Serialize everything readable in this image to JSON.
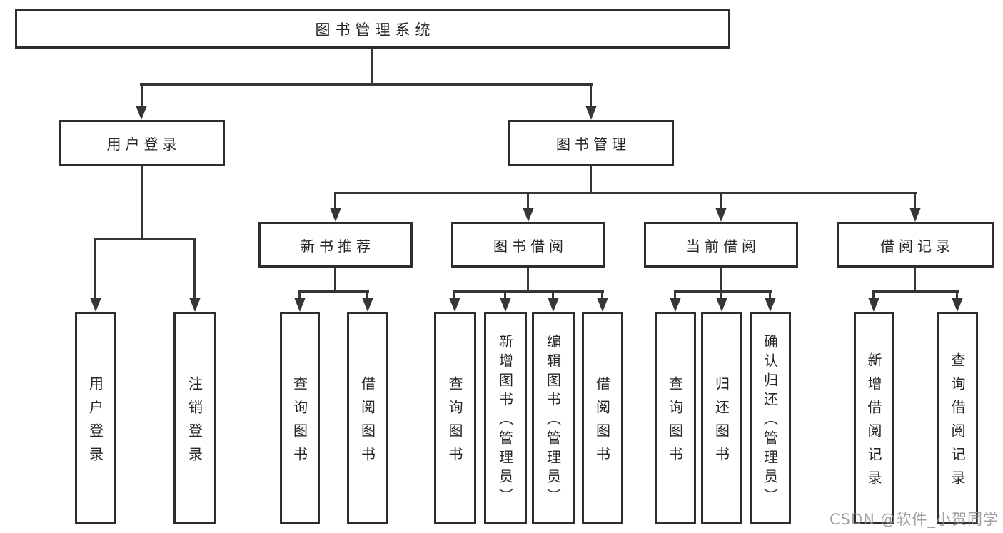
{
  "diagram": {
    "root": {
      "label": "图书管理系统"
    },
    "level2": [
      {
        "label": "用户登录"
      },
      {
        "label": "图书管理"
      }
    ],
    "level3": [
      {
        "label": "新书推荐"
      },
      {
        "label": "图书借阅"
      },
      {
        "label": "当前借阅"
      },
      {
        "label": "借阅记录"
      }
    ],
    "leaves": {
      "user_login": [
        {
          "label": "用户登录"
        },
        {
          "label": "注销登录"
        }
      ],
      "new_book": [
        {
          "label": "查询图书"
        },
        {
          "label": "借阅图书"
        }
      ],
      "book_borrow": [
        {
          "label": "查询图书"
        },
        {
          "label": "新增图书（管理员）"
        },
        {
          "label": "编辑图书（管理员）"
        },
        {
          "label": "借阅图书"
        }
      ],
      "current_borrow": [
        {
          "label": "查询图书"
        },
        {
          "label": "归还图书"
        },
        {
          "label": "确认归还（管理员）"
        }
      ],
      "borrow_record": [
        {
          "label": "新增借阅记录"
        },
        {
          "label": "查询借阅记录"
        }
      ]
    }
  },
  "watermark": {
    "text": "CSDN @软件_小贺同学"
  },
  "colors": {
    "line": "#363636",
    "box_border": "#2d2d2d",
    "text": "#262626",
    "watermark": "#8c9096",
    "background": "#ffffff"
  }
}
